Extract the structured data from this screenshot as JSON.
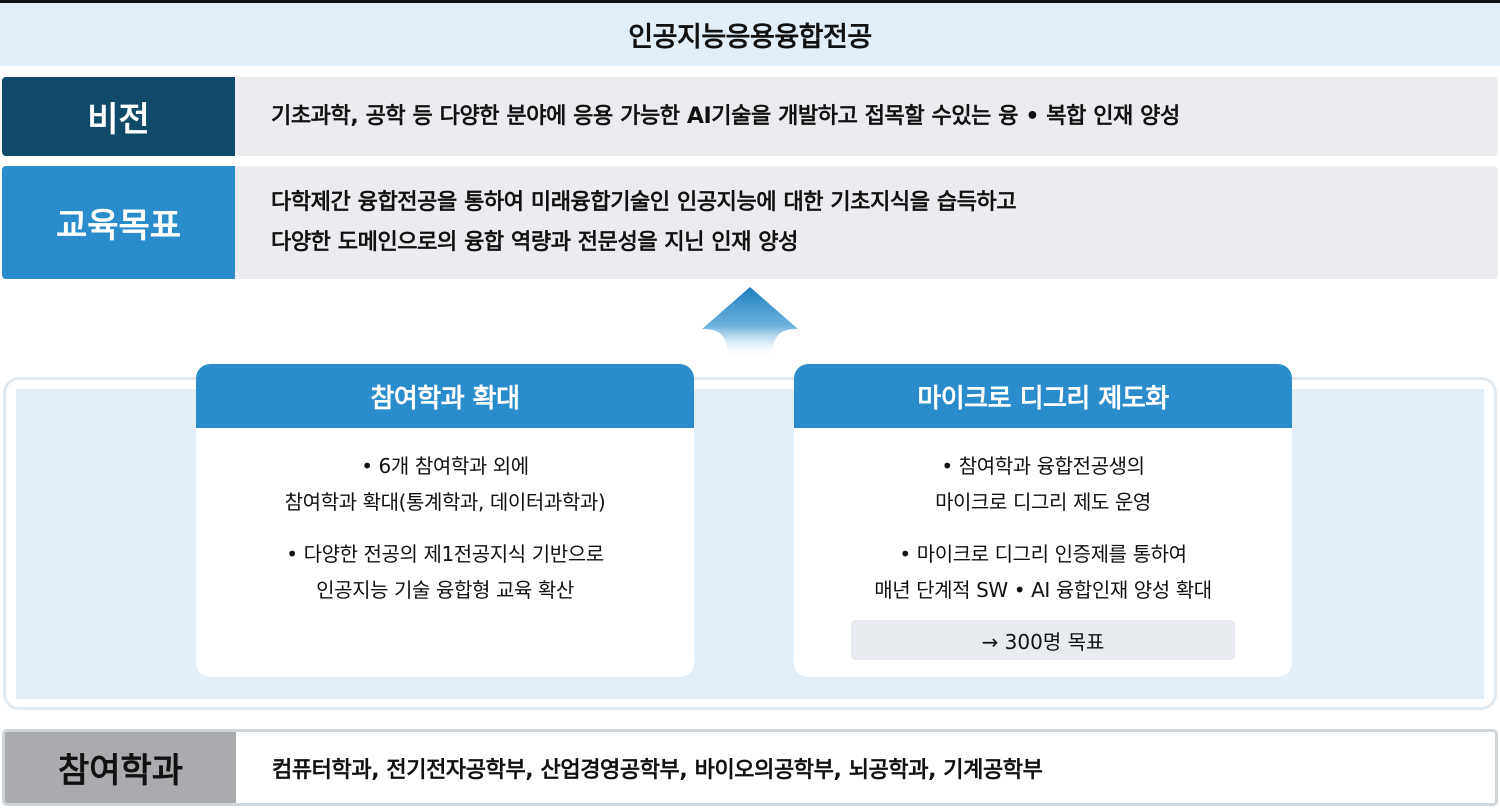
{
  "title": "인공지능응용융합전공",
  "vision": {
    "label": "비전",
    "text": "기초과학, 공학 등 다양한 분야에 응용 가능한 AI기술을 개발하고 접목할 수있는  융 • 복합 인재 양성"
  },
  "goal": {
    "label": "교육목표",
    "lines": [
      "다학제간 융합전공을 통하여 미래융합기술인 인공지능에 대한 기초지식을 습득하고",
      "다양한 도메인으로의 융합 역량과 전문성을 지닌 인재 양성"
    ]
  },
  "cards": [
    {
      "header": "참여학과 확대",
      "bullets": [
        [
          "• 6개 참여학과 외에",
          "참여학과 확대(통계학과, 데이터과학과)"
        ],
        [
          "• 다양한 전공의 제1전공지식 기반으로",
          "인공지능 기술 융합형 교육 확산"
        ]
      ]
    },
    {
      "header": "마이크로 디그리 제도화",
      "bullets": [
        [
          "• 참여학과 융합전공생의",
          "마이크로 디그리 제도 운영"
        ],
        [
          "• 마이크로 디그리 인증제를 통하여",
          "매년 단계적 SW • AI 융합인재 양성 확대"
        ]
      ],
      "target": "→  300명 목표"
    }
  ],
  "departments": {
    "label": "참여학과",
    "text": "컴퓨터학과, 전기전자공학부, 산업경영공학부, 바이오의공학부, 뇌공학과, 기계공학부"
  },
  "colors": {
    "vision_label": "#0f4a6b",
    "accent_blue": "#2a8ccb",
    "panel_bg": "#e3eff8",
    "dept_label": "#aaabae"
  }
}
